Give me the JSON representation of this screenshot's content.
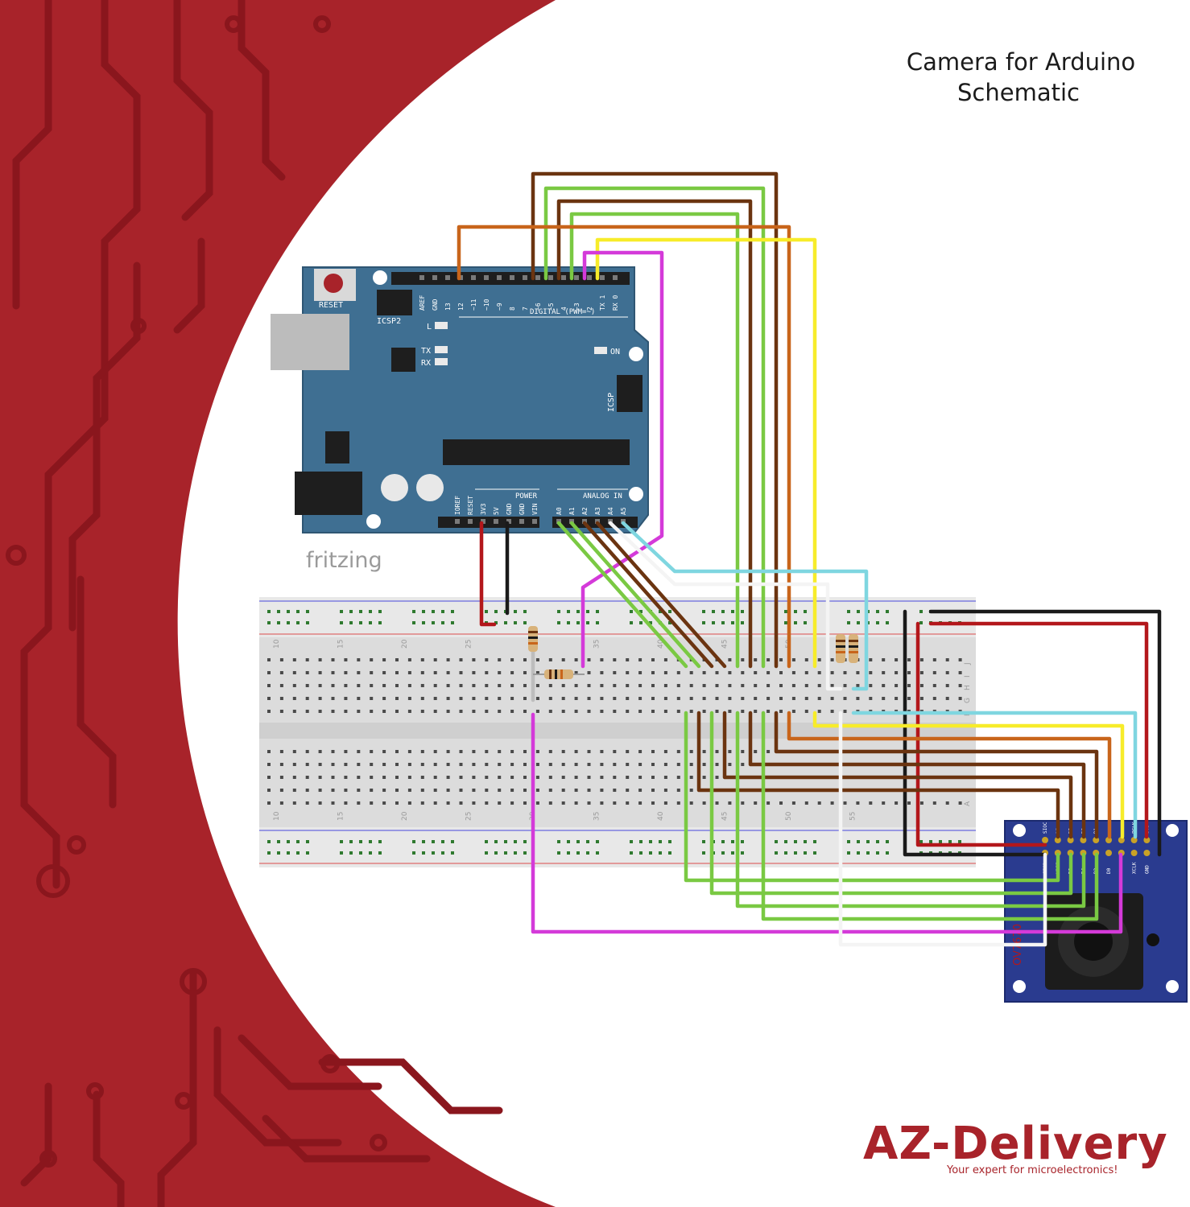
{
  "header": {
    "title_line1": "Camera for Arduino",
    "title_line2": "Schematic"
  },
  "arduino": {
    "reset_label": "RESET",
    "icsp2_label": "ICSP2",
    "icsp_label": "ICSP",
    "led_l": "L",
    "led_tx": "TX",
    "led_rx": "RX",
    "led_on": "ON",
    "digital_label": "DIGITAL (PWM=~)",
    "power_label": "POWER",
    "analog_label": "ANALOG IN",
    "digital_pins": [
      "AREF",
      "GND",
      "13",
      "12",
      "~11",
      "~10",
      "~9",
      "8",
      "7",
      "~6",
      "~5",
      "4",
      "~3",
      "2",
      "TX 1",
      "RX 0"
    ],
    "power_pins": [
      "IOREF",
      "RESET",
      "3V3",
      "5V",
      "GND",
      "GND",
      "VIN"
    ],
    "analog_pins": [
      "A0",
      "A1",
      "A2",
      "A3",
      "A4",
      "A5"
    ]
  },
  "fritzing_label": "fritzing",
  "breadboard": {
    "column_numbers": [
      "10",
      "15",
      "20",
      "25",
      "30",
      "35",
      "40",
      "45",
      "50",
      "55"
    ],
    "row_letters_top": [
      "J",
      "I",
      "H",
      "G",
      "F"
    ],
    "row_letters_bottom": [
      "A"
    ]
  },
  "camera_module": {
    "pins_top": [
      "SIOC",
      "D7",
      "D5",
      "D3",
      "D1",
      "",
      "",
      "PCLK",
      "3V3"
    ],
    "pins_bottom": [
      "SIOD",
      "HREF",
      "D6",
      "D4",
      "D2",
      "D0",
      "",
      "XCLK",
      "GND"
    ],
    "side_label": "OV7670"
  },
  "brand": {
    "logo": "AZ-Delivery",
    "tagline": "Your expert for microelectronics!"
  },
  "colors": {
    "background_red": "#a8232a",
    "trace_red": "#8a161d",
    "arduino_blue": "#3f6f92",
    "camera_blue": "#2a3b8f",
    "wire_brown": "#6b3410",
    "wire_green": "#7ac943",
    "wire_orange": "#c8651b",
    "wire_yellow": "#f7ec2a",
    "wire_magenta": "#d43ad9",
    "wire_cyan": "#7fd6e0",
    "wire_red": "#b3171b",
    "wire_black": "#1a1a1a",
    "brand_red": "#a8232a"
  }
}
